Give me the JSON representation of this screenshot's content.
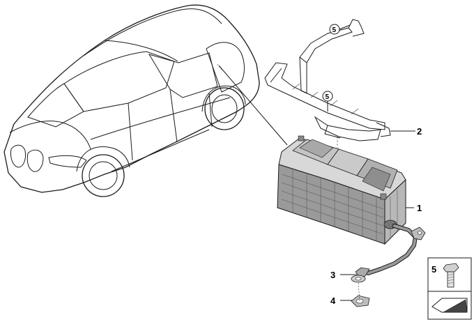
{
  "diagram": {
    "callouts": {
      "battery": "1",
      "bracket": "2",
      "cable": "3",
      "terminal": "4",
      "bolt_top": "5",
      "bolt_mid": "5",
      "bolt_legend": "5"
    }
  }
}
